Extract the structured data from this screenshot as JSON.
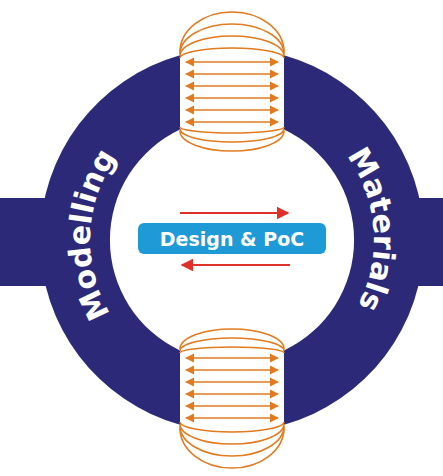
{
  "diagram": {
    "nodes": [
      {
        "text": [
          "Modelling"
        ]
      },
      {
        "text": [
          "Design & PoC"
        ]
      },
      {
        "text": [
          "Materials"
        ]
      }
    ]
  }
}
